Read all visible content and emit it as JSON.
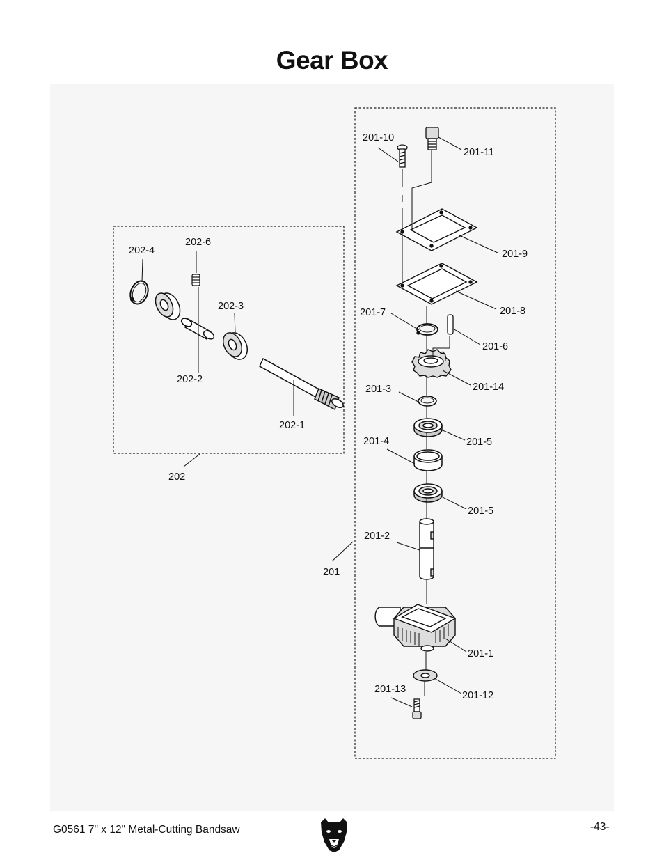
{
  "page": {
    "title": "Gear Box",
    "footer_left": "G0561 7\" x 12\" Metal-Cutting Bandsaw",
    "page_number": "-43-",
    "logo_icon": "bear-head-logo"
  },
  "groups": {
    "left_box_label": "202",
    "right_box_label": "201"
  },
  "labels": {
    "p202_4": "202-4",
    "p202_6": "202-6",
    "p202_3": "202-3",
    "p202_2": "202-2",
    "p202_1": "202-1",
    "p201_10": "201-10",
    "p201_11": "201-11",
    "p201_9": "201-9",
    "p201_8": "201-8",
    "p201_7": "201-7",
    "p201_6": "201-6",
    "p201_14": "201-14",
    "p201_3": "201-3",
    "p201_4": "201-4",
    "p201_5a": "201-5",
    "p201_5b": "201-5",
    "p201_2": "201-2",
    "p201_1": "201-1",
    "p201_13": "201-13",
    "p201_12": "201-12"
  }
}
